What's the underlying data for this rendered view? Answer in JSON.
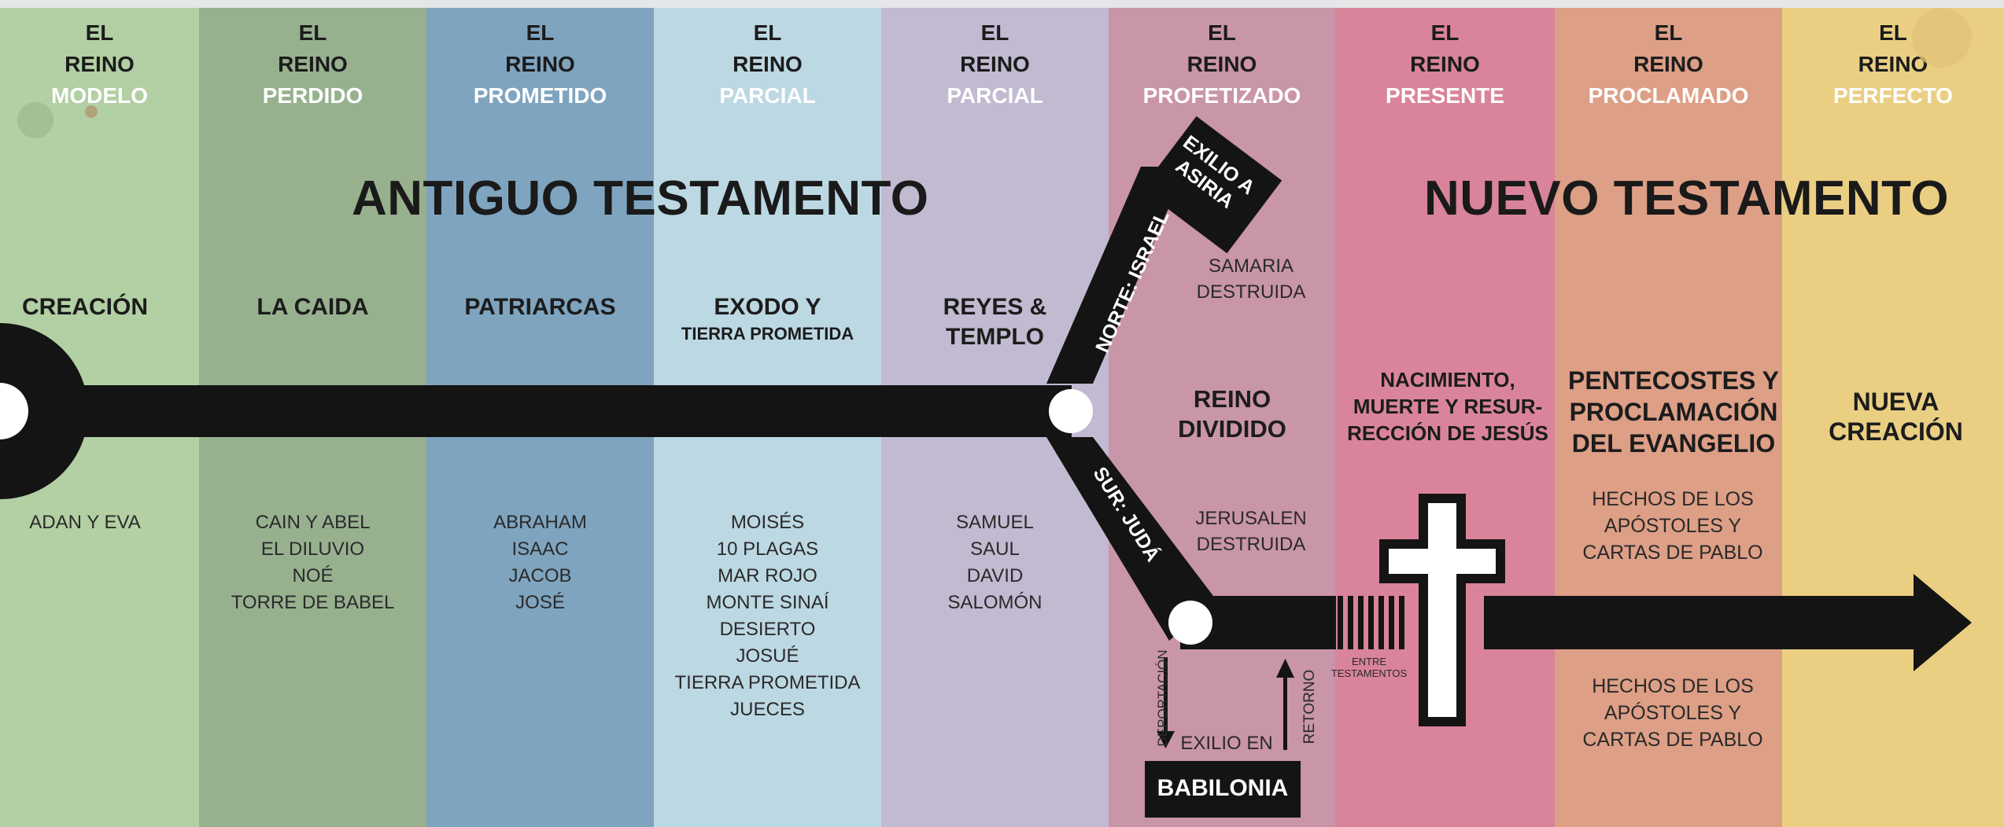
{
  "kingdom_prefix": [
    "EL",
    "REINO"
  ],
  "columns": [
    {
      "name": "MODELO",
      "color": "#b2d0a3"
    },
    {
      "name": "PERDIDO",
      "color": "#97b18f"
    },
    {
      "name": "PROMETIDO",
      "color": "#7fa4bf"
    },
    {
      "name": "PARCIAL",
      "color": "#bcd8e3"
    },
    {
      "name": "PARCIAL",
      "color": "#c1bad1"
    },
    {
      "name": "PROFETIZADO",
      "color": "#c995a8"
    },
    {
      "name": "PRESENTE",
      "color": "#d9849a"
    },
    {
      "name": "PROCLAMADO",
      "color": "#dd9f86"
    },
    {
      "name": "PERFECTO",
      "color": "#eacf83"
    }
  ],
  "titles": {
    "old": "ANTIGUO TESTAMENTO",
    "new": "NUEVO TESTAMENTO"
  },
  "eras": {
    "creation": "CREACIÓN",
    "fall": "LA CAIDA",
    "patriarchs": "PATRIARCAS",
    "exodus": "EXODO Y",
    "exodus_sub": "TIERRA PROMETIDA",
    "kings_1": "REYES &",
    "kings_2": "TEMPLO",
    "birth": "NACIMIENTO,\nMUERTE Y RESUR-\nRECCIÓN DE JESÚS",
    "pentecost": "PENTECOSTES Y\nPROCLAMACIÓN\nDEL EVANGELIO",
    "new_creation": "NUEVA\nCREACIÓN"
  },
  "names": {
    "col1": [
      "ADAN Y EVA"
    ],
    "col2": [
      "CAIN Y ABEL",
      "EL DILUVIO",
      "NOÉ",
      "TORRE DE BABEL"
    ],
    "col3": [
      "ABRAHAM",
      "ISAAC",
      "JACOB",
      "JOSÉ"
    ],
    "col4": [
      "MOISÉS",
      "10 PLAGAS",
      "MAR ROJO",
      "MONTE SINAÍ",
      "DESIERTO",
      "JOSUÉ",
      "TIERRA PROMETIDA",
      "JUECES"
    ],
    "col5": [
      "SAMUEL",
      "SAUL",
      "DAVID",
      "SALOMÓN"
    ]
  },
  "divided": {
    "north_label": "NORTE: ISRAEL",
    "south_label": "SUR: JUDÁ",
    "exile_assyria": "EXILIO A\nASIRIA",
    "samaria": "SAMARIA\nDESTRUIDA",
    "kingdom": "REINO\nDIVIDIDO",
    "jerusalem": "JERUSALEN\nDESTRUIDA",
    "deportation": "DEPORTACIÓN",
    "return": "RETORNO",
    "exile_in": "EXILIO EN",
    "babylon": "BABILONIA"
  },
  "between": "ENTRE\nTESTAMENTOS",
  "acts_top": "HECHOS DE LOS\nAPÓSTOLES Y\nCARTAS DE PABLO",
  "acts_bottom": "HECHOS DE LOS\nAPÓSTOLES Y\nCARTAS DE PABLO",
  "colors": {
    "line": "#141414",
    "highlight": "#ffffff"
  }
}
